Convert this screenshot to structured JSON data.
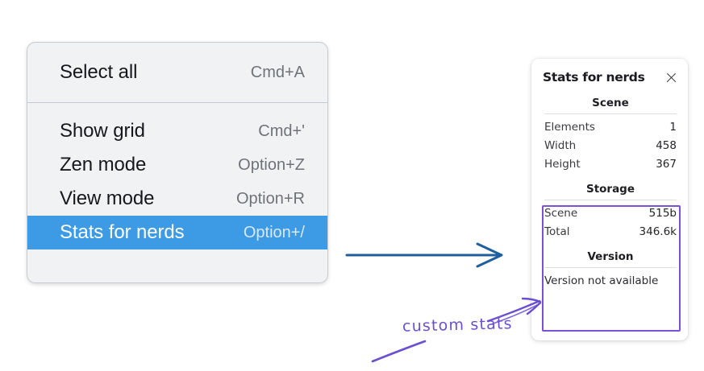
{
  "context_menu": {
    "groups": [
      {
        "items": [
          {
            "label": "Select all",
            "shortcut": "Cmd+A",
            "selected": false
          }
        ]
      },
      {
        "items": [
          {
            "label": "Show grid",
            "shortcut": "Cmd+'",
            "selected": false
          },
          {
            "label": "Zen mode",
            "shortcut": "Option+Z",
            "selected": false
          },
          {
            "label": "View mode",
            "shortcut": "Option+R",
            "selected": false
          },
          {
            "label": "Stats for nerds",
            "shortcut": "Option+/",
            "selected": true
          }
        ]
      }
    ],
    "highlight_color": "#3d9ae4",
    "background_color": "#f1f2f4"
  },
  "stats_panel": {
    "title": "Stats for nerds",
    "close_icon": "close-icon",
    "sections": [
      {
        "heading": "Scene",
        "rows": [
          {
            "key": "Elements",
            "value": "1"
          },
          {
            "key": "Width",
            "value": "458"
          },
          {
            "key": "Height",
            "value": "367"
          }
        ]
      },
      {
        "heading": "Storage",
        "rows": [
          {
            "key": "Scene",
            "value": "515b"
          },
          {
            "key": "Total",
            "value": "346.6k"
          }
        ]
      },
      {
        "heading": "Version",
        "note": "Version not available"
      }
    ]
  },
  "annotations": {
    "handwritten_label": "custom stats",
    "handwriting_color": "#6b4fd1",
    "highlight_box_color": "#7b52d6",
    "flow_arrow_color": "#1f5f9e"
  }
}
